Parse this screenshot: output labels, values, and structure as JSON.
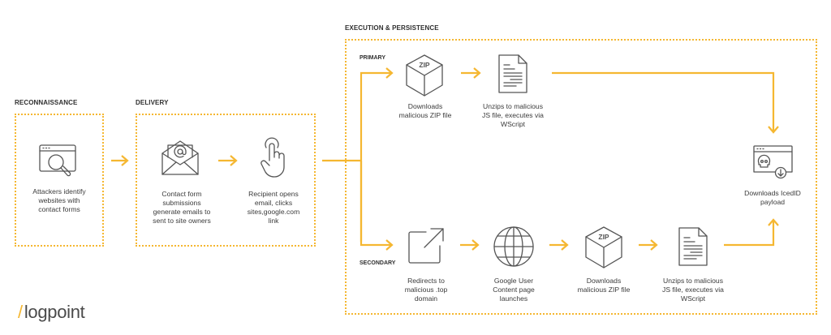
{
  "accent_color": "#f5b731",
  "stages": {
    "reconnaissance": {
      "heading": "RECONNAISSANCE",
      "steps": [
        {
          "icon": "browser-search-icon",
          "caption": "Attackers identify\nwebsites with\ncontact forms"
        }
      ]
    },
    "delivery": {
      "heading": "DELIVERY",
      "steps": [
        {
          "icon": "email-at-icon",
          "caption": "Contact form\nsubmissions\ngenerate emails  to\nsent to site owners"
        },
        {
          "icon": "pointer-hand-icon",
          "caption": "Recipient opens\nemail, clicks\nsites,google.com\nlink"
        }
      ]
    },
    "execution": {
      "heading": "EXECUTION & PERSISTENCE",
      "primary": {
        "label": "PRIMARY",
        "steps": [
          {
            "icon": "zip-box-icon",
            "icon_text": "ZIP",
            "caption": "Downloads\nmalicious ZIP file"
          },
          {
            "icon": "document-icon",
            "caption": "Unzips to malicious\nJS file, executes via\nWScript"
          }
        ]
      },
      "secondary": {
        "label": "SECONDARY",
        "steps": [
          {
            "icon": "external-link-icon",
            "caption": "Redirects to\nmalicious .top\ndomain"
          },
          {
            "icon": "globe-icon",
            "caption": "Google User\nContent page\nlaunches"
          },
          {
            "icon": "zip-box-icon",
            "icon_text": "ZIP",
            "caption": "Downloads\nmalicious ZIP file"
          },
          {
            "icon": "document-icon",
            "caption": "Unzips to malicious\nJS file, executes via\nWScript"
          }
        ]
      },
      "final": {
        "icon": "browser-skull-download-icon",
        "caption": "Downloads IcedID\npayload"
      }
    }
  },
  "brand": {
    "slash": "/",
    "name": "logpoint"
  }
}
